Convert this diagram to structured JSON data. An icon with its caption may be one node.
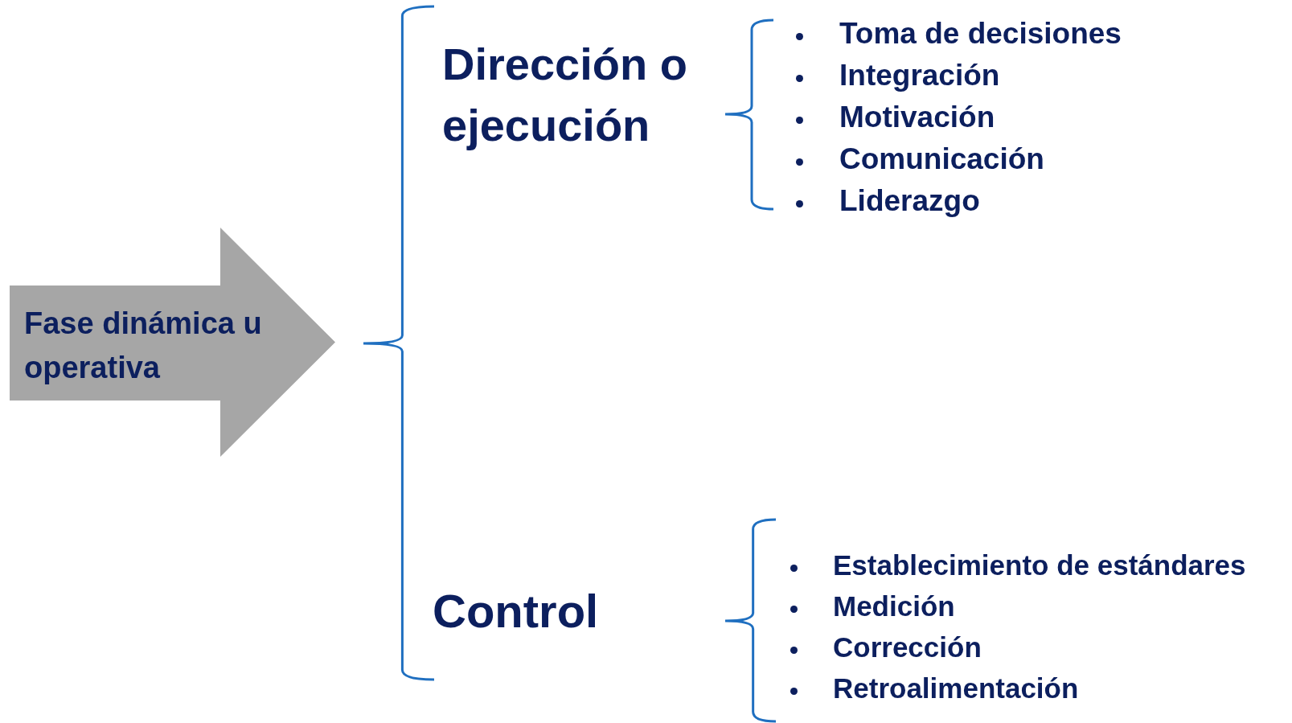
{
  "diagram": {
    "nodes": [
      {
        "text": [
          "Fase dinámica u operativa"
        ]
      }
    ],
    "labels": [
      "Dirección o ejecución",
      "Toma de decisiones",
      "Integración",
      "Motivación",
      "Comunicación",
      "Liderazgo",
      "Control",
      "Establecimiento de estándares",
      "Medición",
      "Corrección",
      "Retroalimentación"
    ]
  }
}
